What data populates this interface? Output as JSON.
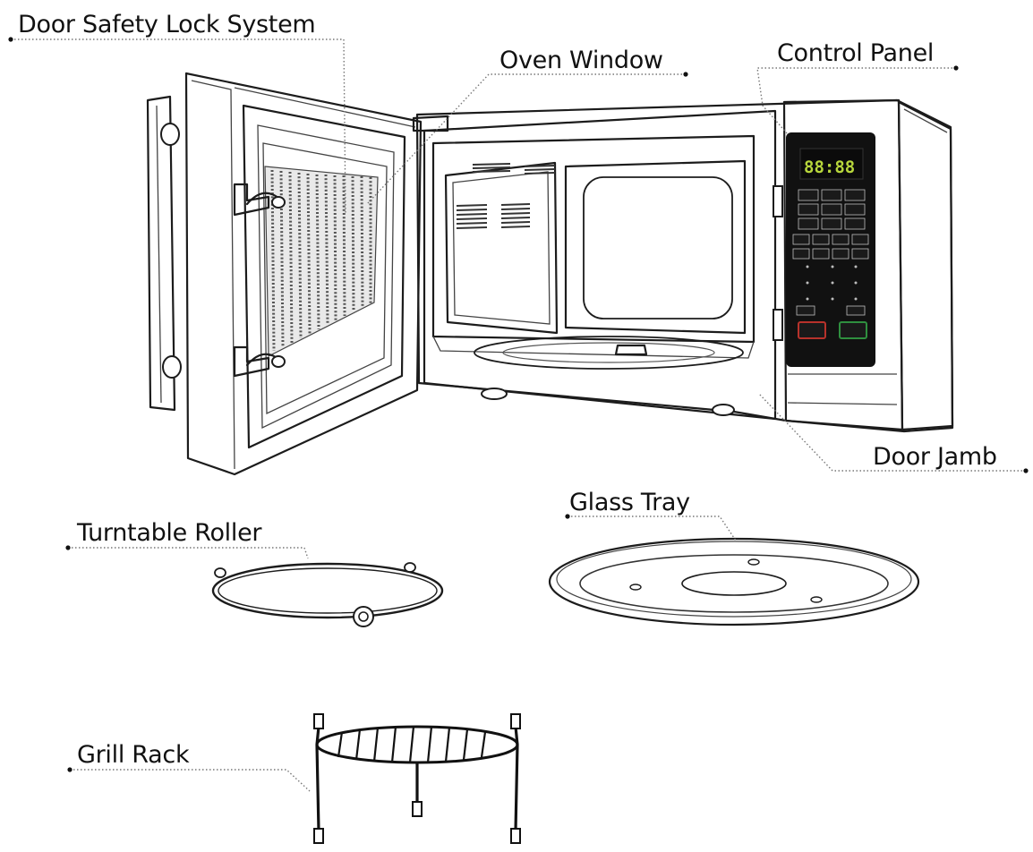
{
  "labels": {
    "door_safety_lock_system": "Door Safety Lock System",
    "oven_window": "Oven Window",
    "control_panel": "Control Panel",
    "door_jamb": "Door Jamb",
    "turntable_roller": "Turntable Roller",
    "glass_tray": "Glass Tray",
    "grill_rack": "Grill Rack"
  },
  "display_readout": "88:88",
  "colors": {
    "outline": "#1c1c1c",
    "control_panel_face": "#111111",
    "control_panel_housing": "#c9c9c9",
    "display": "#b7d63c",
    "stop_clear_button": "#b8322b",
    "start_button": "#2f8f3f"
  }
}
